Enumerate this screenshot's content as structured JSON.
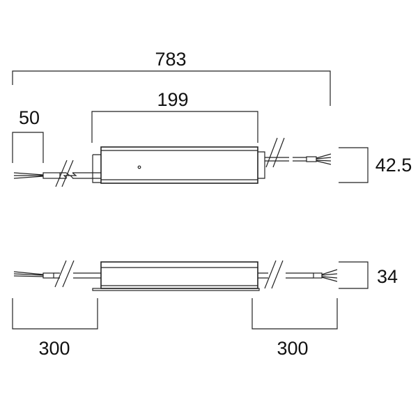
{
  "title": "LED driver dimension drawing",
  "dimensions": {
    "overall_length": "783",
    "body_length": "199",
    "cable_strip": "50",
    "width": "42.5",
    "height": "34",
    "cable_left": "300",
    "cable_right": "300"
  },
  "colors": {
    "line": "#222222",
    "background": "#ffffff"
  }
}
